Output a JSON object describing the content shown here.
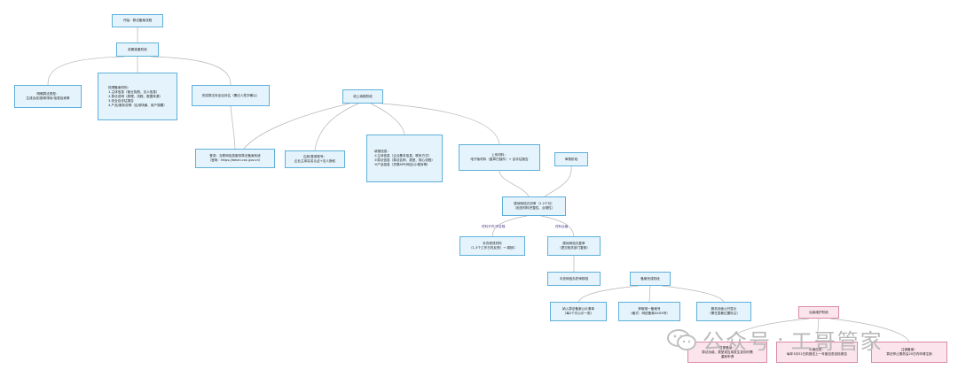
{
  "nodes": {
    "start": "开始：算法备案流程",
    "prepare": "前期准备阶段",
    "clarify_type": "明确算法类型：\n生成合成/推荐排序/信息检索等",
    "materials": "梳理备案材料：\n1.主体信息（营业执照、法人信息）\n2.算法说明（原理、流程、数据来源）\n3.安全自评估报告\n4.产品/服务说明（应用场景、用户规模）",
    "self_assess": "完成算法安全自评估（需法人签字确认）",
    "online_fill": "线上填报阶段",
    "login": "登录：互联网信息服务算法备案系统\n（官网：https://beian.cac.gov.cn）",
    "register": "注册/登录账号：\n企业主体实名认证+法人授权",
    "fill_info": "填报信息：\n①主体信息（企业基本信息、联系方式）\n②算法信息（算法名称、类型、核心流程）\n③产品信息（关联APP/网站/小程序等）",
    "upload": "上传材料：\n电子版材料（盖章扫描件）+ 自评估报告",
    "review_stage": "审核阶段",
    "local_review": "属地网信办初审（1-2个月）\n（检查材料完整性、合规性）",
    "supplement": "补充修改材料\n（1-3个工作日内反馈）→ 调回C",
    "local_pass": "属地网信办复审\n（提交相关部门复核）",
    "central_review": "中央网信办终审核批",
    "pass_stage": "备案完成阶段",
    "publicize": "纳入算法备案公示清单\n（每2个月公示一批）",
    "get_number": "获取唯一备案号\n（格式：网信备案XXXX号）",
    "display_number": "服务页面公开显示\n（需在显著位置标注）",
    "maintain": "后续维护阶段",
    "change": "变更备案：\n算法功能、类型或应用发生变化时需\n重新申请",
    "annual": "年度自查：\n每年3月31日前报送上一年度自查自检报告",
    "cancel": "注销备案：\n算法停止服务后20日内申请注销"
  },
  "edge_labels": {
    "fail": "材料不齐/不合规",
    "ok": "材料合格"
  },
  "watermark": {
    "left": "公众号",
    "dot": "·",
    "right": "工哥管家"
  }
}
